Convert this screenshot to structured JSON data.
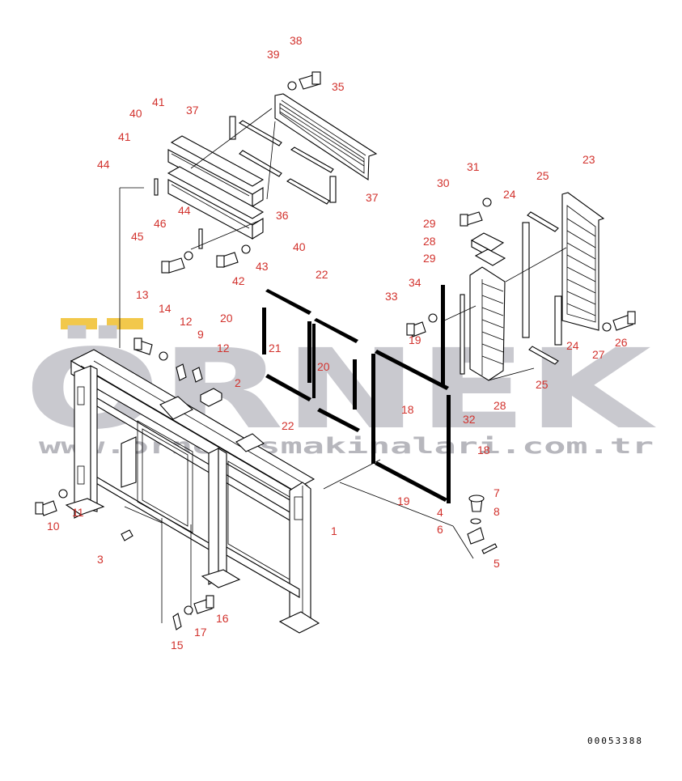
{
  "watermark": {
    "brand": "ÖRNEK",
    "url": "www.ornekismakinalari.com.tr",
    "accent_color": "#f2c84b",
    "text_color": "#c9c9cf"
  },
  "label_color": "#d2322d",
  "drawing_number": "00053388",
  "callouts": [
    "1",
    "2",
    "3",
    "4",
    "5",
    "6",
    "7",
    "8",
    "9",
    "10",
    "11",
    "12",
    "12",
    "13",
    "14",
    "15",
    "16",
    "17",
    "18",
    "18",
    "19",
    "19",
    "20",
    "20",
    "21",
    "22",
    "22",
    "23",
    "24",
    "24",
    "25",
    "25",
    "26",
    "27",
    "28",
    "28",
    "29",
    "29",
    "30",
    "31",
    "32",
    "33",
    "34",
    "35",
    "36",
    "37",
    "37",
    "38",
    "39",
    "40",
    "40",
    "41",
    "41",
    "42",
    "43",
    "44",
    "44",
    "45",
    "46"
  ]
}
